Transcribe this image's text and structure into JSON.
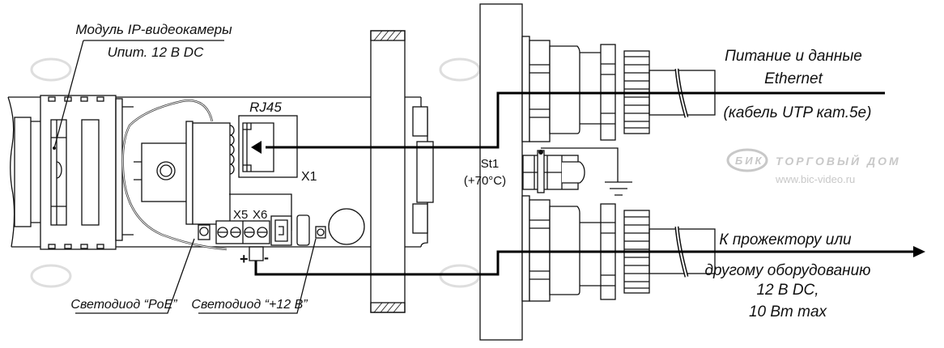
{
  "labels": {
    "camera_module": "Модуль IP-видеокамеры",
    "supply": "Uпит. 12 В DC",
    "rj45": "RJ45",
    "x1": "X1",
    "x5": "X5",
    "x6": "X6",
    "plus": "+",
    "minus": "-",
    "st1": "St1",
    "st1_temp": "(+70°C)",
    "led_poe": "Светодиод “PoE”",
    "led_12v": "Светодиод “+12 В”",
    "ethernet_line1": "Питание и данные",
    "ethernet_line2": "Ethernet",
    "ethernet_line3": "(кабель UTP кат.5е)",
    "output_line1": "К прожектору или",
    "output_line2": "другому оборудованию",
    "output_line3": "12 В DC,",
    "output_line4": "10 Вт max"
  },
  "watermark": {
    "logo": "БИК",
    "company": "ТОРГОВЫЙ ДОМ",
    "url": "www.bic-video.ru"
  }
}
